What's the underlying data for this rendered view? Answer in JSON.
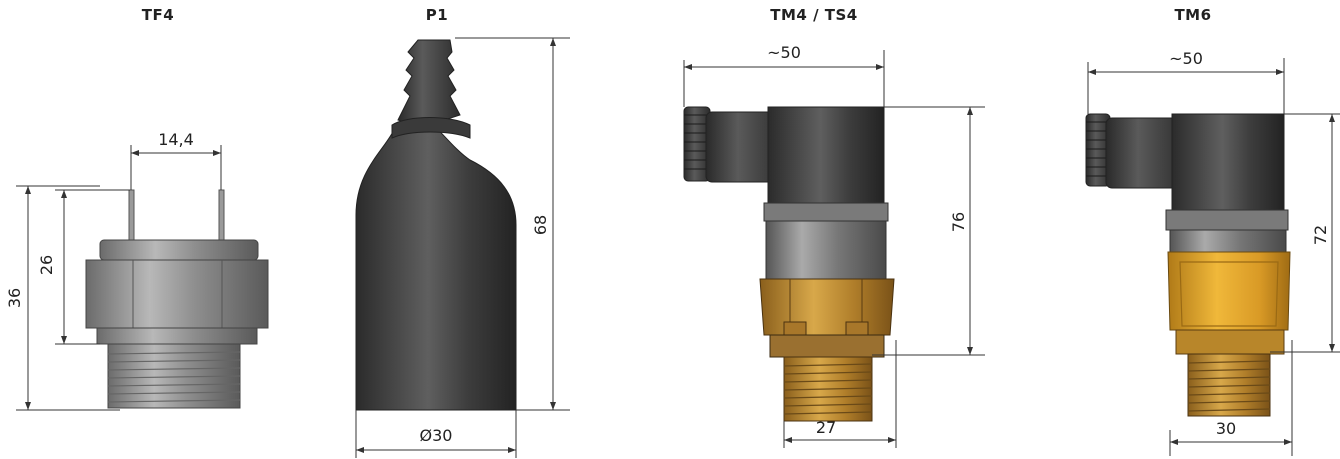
{
  "products": [
    {
      "name": "TF4",
      "dims": {
        "width": "14,4",
        "height_inner": "26",
        "height_total": "36"
      }
    },
    {
      "name": "P1",
      "dims": {
        "diameter": "Ø30",
        "height": "68"
      }
    },
    {
      "name": "TM4 / TS4",
      "dims": {
        "connector": "~50",
        "height": "76",
        "width": "27"
      }
    },
    {
      "name": "TM6",
      "dims": {
        "connector": "~50",
        "height": "72",
        "width": "30"
      }
    }
  ],
  "colors": {
    "dark_housing": "#3a3a3a",
    "brass": "#c89430",
    "steel": "#8c8c8c"
  }
}
